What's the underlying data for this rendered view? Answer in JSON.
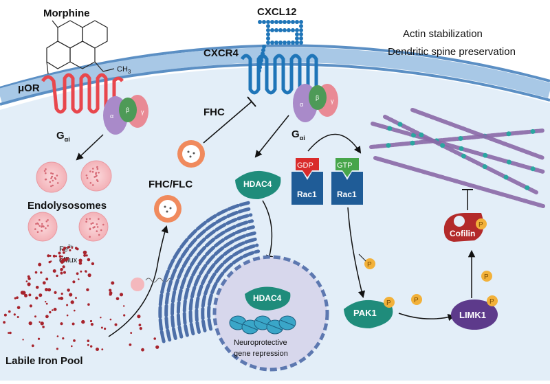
{
  "labels": {
    "morphine": "Morphine",
    "muor": "μOR",
    "cxcl12": "CXCL12",
    "cxcr4": "CXCR4",
    "actin_line1": "Actin stabilization",
    "actin_line2": "Dendritic spine preservation",
    "galpha_left": "G",
    "galpha_right": "G",
    "galpha_sub": "αi",
    "fhc": "FHC",
    "fhc_flc": "FHC/FLC",
    "endolysosomes": "Endolysosomes",
    "fe": "Fe",
    "fe_sup": "3+",
    "efflux": "efflux",
    "labile_iron_pool": "Labile Iron Pool",
    "hdac4": "HDAC4",
    "hdac4_nucleus": "HDAC4",
    "nucleus_line1": "Neuroprotective",
    "nucleus_line2": "gene repression",
    "gdp": "GDP",
    "gtp": "GTP",
    "rac1": "Rac1",
    "pak1": "PAK1",
    "limk1": "LIMK1",
    "cofilin": "Cofilin",
    "phospho": "P",
    "subunit_alpha": "α",
    "subunit_beta": "β",
    "subunit_gamma": "γ",
    "methyl": "CH",
    "methyl_sub": "3"
  },
  "colors": {
    "membrane": "#5b8fc4",
    "cytoplasm": "#e3eef8",
    "receptor_muor": "#e8474d",
    "receptor_cxcr4": "#1f75b8",
    "g_alpha": "#a98ac9",
    "g_beta": "#4e9a57",
    "g_gamma": "#e98a95",
    "endolysosome": "#f4b8bd",
    "iron_dot": "#a7232c",
    "ferritin": "#f08a5d",
    "teal_protein": "#1f8c7b",
    "rac1": "#1f5c97",
    "gdp": "#d92b2b",
    "gtp": "#47a54a",
    "limk1": "#5d3a8b",
    "cofilin": "#b32a2a",
    "phospho": "#f2b13a",
    "actin": "#8b6aa8",
    "er": "#4d6fa8"
  }
}
